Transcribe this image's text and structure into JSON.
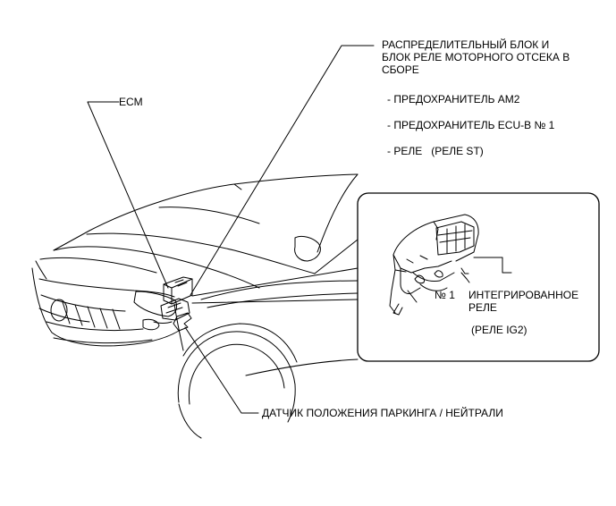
{
  "callouts": {
    "relay_block": {
      "title_lines": [
        "РАСПРЕДЕЛИТЕЛЬНЫЙ БЛОК И",
        "БЛОК РЕЛЕ МОТОРНОГО ОТСЕКА В",
        "СБОРЕ"
      ],
      "items": [
        "- ПРЕДОХРАНИТЕЛЬ AM2",
        "- ПРЕДОХРАНИТЕЛЬ ECU-B № 1",
        "- РЕЛЕ   (РЕЛЕ ST)"
      ]
    },
    "ecm": "ECM",
    "sensor": "ДАТЧИК ПОЛОЖЕНИЯ ПАРКИНГА / НЕЙТРАЛИ"
  },
  "inset": {
    "number": "№ 1",
    "relay_lines": [
      "ИНТЕГРИРОВАННОЕ",
      "РЕЛЕ"
    ],
    "relay_sub": "(РЕЛЕ IG2)"
  },
  "colors": {
    "line": "#000000",
    "background": "#ffffff"
  }
}
